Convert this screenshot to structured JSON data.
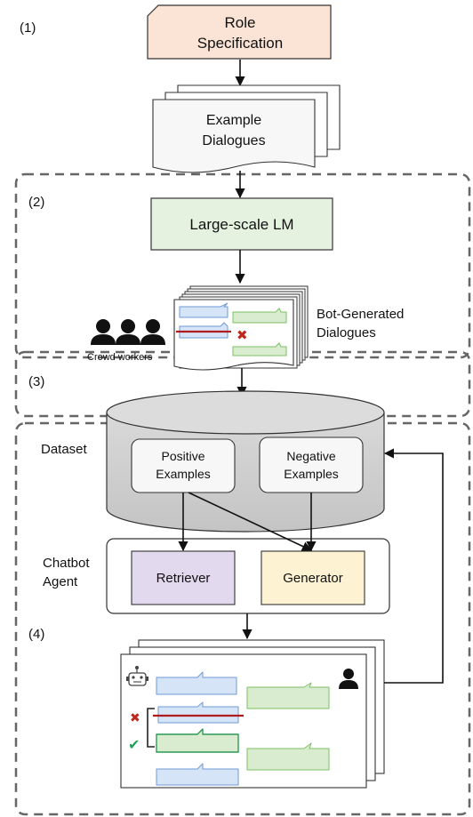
{
  "stage1": {
    "number": "(1)",
    "role_spec": [
      "Role",
      "Specification"
    ],
    "example_dialogues": [
      "Example",
      "Dialogues"
    ]
  },
  "stage2": {
    "number": "(2)",
    "lm": "Large-scale LM",
    "bot_generated": [
      "Bot-Generated",
      "Dialogues"
    ],
    "crowd_workers": "Crowd workers",
    "dataset": "Dataset",
    "positive": [
      "Positive",
      "Examples"
    ],
    "negative": [
      "Negative",
      "Examples"
    ]
  },
  "stage3": {
    "number": "(3)",
    "agent_label": [
      "Chatbot",
      "Agent"
    ],
    "retriever": "Retriever",
    "generator": "Generator"
  },
  "stage4": {
    "number": "(4)"
  },
  "colors": {
    "role_fill": "#fbe3d6",
    "lm_fill": "#e5f2df",
    "retriever_fill": "#e3d9ee",
    "generator_fill": "#fdf2d2",
    "user_bubble": "#d5e4f6",
    "bot_bubble": "#d9ecd0",
    "reject_line": "#b11b1b",
    "cross": "#c0271b",
    "check": "#22a05a"
  }
}
